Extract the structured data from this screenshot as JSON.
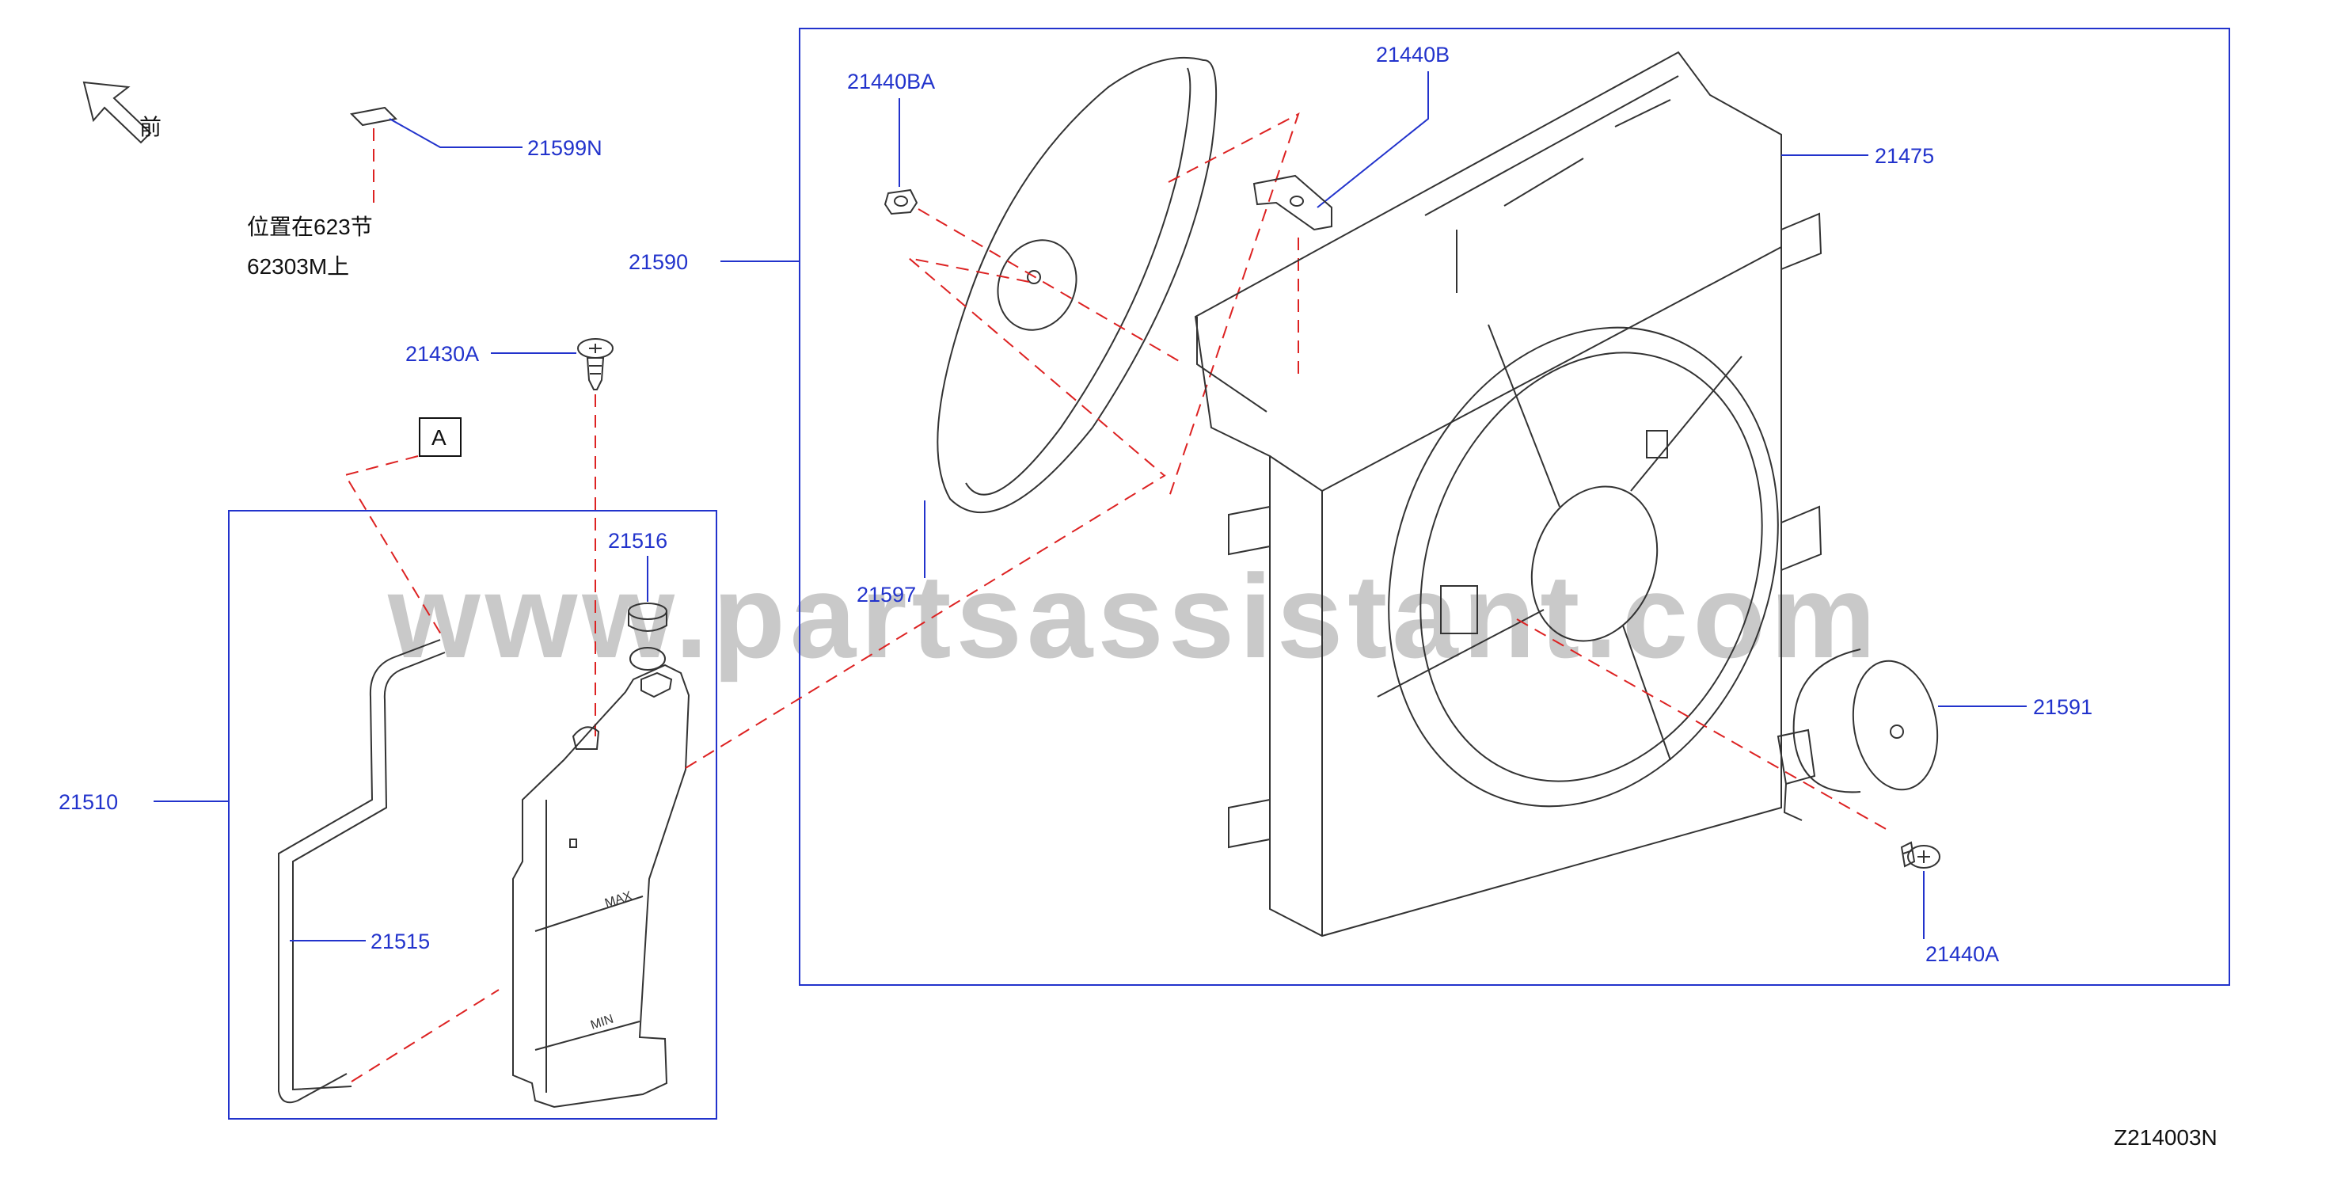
{
  "watermark": "www.partsassistant.com",
  "diagram_code": "Z214003N",
  "front_marker": "前",
  "note": {
    "line1": "位置在623节",
    "line2": "62303M上"
  },
  "ref_tag": "A",
  "labels": {
    "p21599N": "21599N",
    "p21430A": "21430A",
    "p21590": "21590",
    "p21510": "21510",
    "p21516": "21516",
    "p21515": "21515",
    "p21440BA": "21440BA",
    "p21440B": "21440B",
    "p21475": "21475",
    "p21597": "21597",
    "p21591": "21591",
    "p21440A": "21440A"
  }
}
